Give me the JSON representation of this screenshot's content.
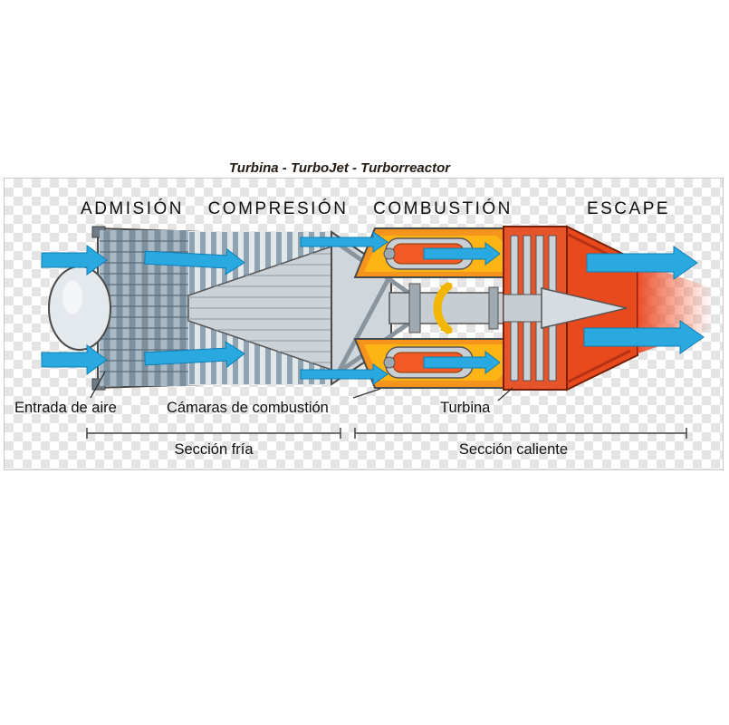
{
  "title": "Turbina - TurboJet - Turborreactor",
  "stage_labels": [
    {
      "label": "ADMISIÓN"
    },
    {
      "label": "COMPRESIÓN"
    },
    {
      "label": "COMBUSTIÓN"
    },
    {
      "label": "ESCAPE"
    }
  ],
  "callouts": [
    {
      "label": "Entrada de aire"
    },
    {
      "label": "Cámaras de combustión"
    },
    {
      "label": "Turbina"
    }
  ],
  "zones": [
    {
      "label": "Sección fría"
    },
    {
      "label": "Sección caliente"
    }
  ],
  "colors": {
    "airflow_blue": "#2AA9E0",
    "combustion_orange": "#F7941D",
    "hot_red": "#E8491D",
    "engine_gray": "#D6DCE1",
    "rotation_yellow": "#F2B705"
  }
}
